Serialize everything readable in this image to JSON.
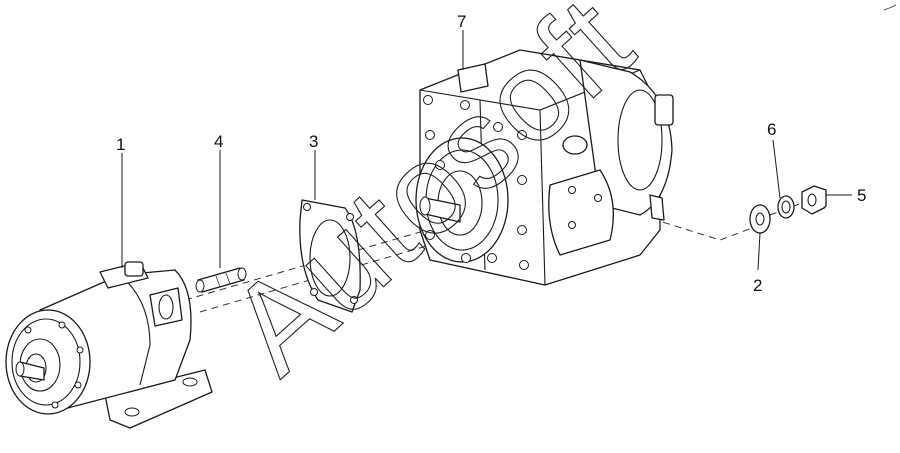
{
  "callouts": [
    {
      "id": "1",
      "label": "1"
    },
    {
      "id": "2",
      "label": "2"
    },
    {
      "id": "3",
      "label": "3"
    },
    {
      "id": "4",
      "label": "4"
    },
    {
      "id": "5",
      "label": "5"
    },
    {
      "id": "6",
      "label": "6"
    },
    {
      "id": "7",
      "label": "7"
    }
  ],
  "watermark": {
    "text": "Autosoft"
  }
}
